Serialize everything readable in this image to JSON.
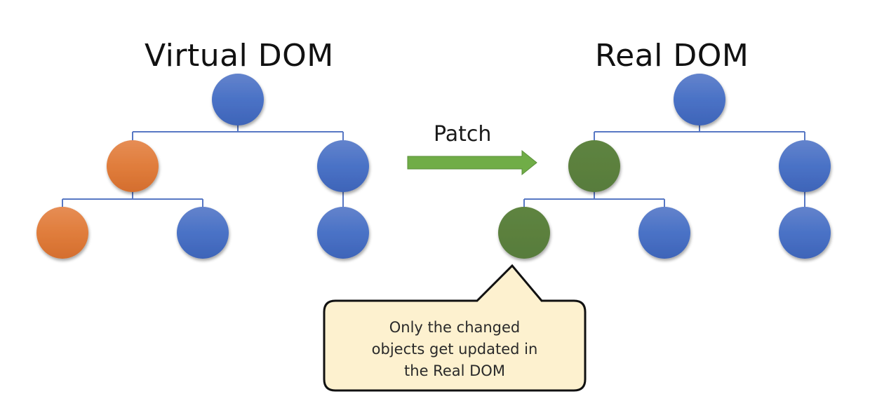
{
  "titles": {
    "virtual": "Virtual DOM",
    "real": "Real DOM"
  },
  "arrow": {
    "label": "Patch",
    "color": "#70ad47"
  },
  "callout": {
    "lines": [
      "Only the changed",
      "objects get updated in",
      "the Real DOM"
    ],
    "background": "#fdf1cf",
    "border": "#111111"
  },
  "colors": {
    "unchanged": "#4472c4",
    "changed_virtual": "#e07b39",
    "updated_real": "#5b8040",
    "connector": "#5878c4"
  },
  "trees": {
    "virtual": {
      "nodes": [
        {
          "id": "root",
          "state": "unchanged"
        },
        {
          "id": "left",
          "state": "changed_virtual"
        },
        {
          "id": "right",
          "state": "unchanged"
        },
        {
          "id": "left-left",
          "state": "changed_virtual"
        },
        {
          "id": "left-right",
          "state": "unchanged"
        },
        {
          "id": "right-child",
          "state": "unchanged"
        }
      ]
    },
    "real": {
      "nodes": [
        {
          "id": "root",
          "state": "unchanged"
        },
        {
          "id": "left",
          "state": "updated_real"
        },
        {
          "id": "right",
          "state": "unchanged"
        },
        {
          "id": "left-left",
          "state": "updated_real"
        },
        {
          "id": "left-right",
          "state": "unchanged"
        },
        {
          "id": "right-child",
          "state": "unchanged"
        }
      ]
    }
  }
}
